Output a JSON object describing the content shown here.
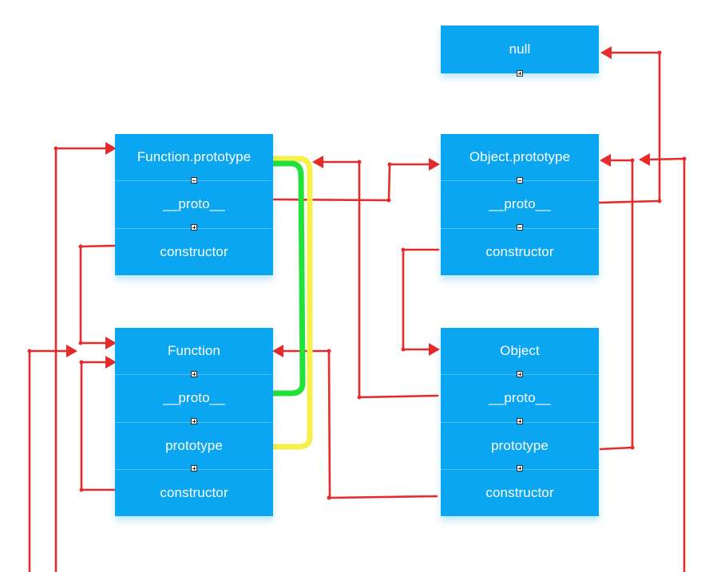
{
  "diagram": {
    "colors": {
      "box": "#0aa6f2",
      "box_text": "#ffffff",
      "arrow": "#e52b2b",
      "highlight_green": "#22e23a",
      "highlight_yellow": "#f5f04a"
    },
    "nodes": {
      "null_box": {
        "fields": [
          "null"
        ]
      },
      "function_prototype": {
        "fields": [
          "Function.prototype",
          "__proto__",
          "constructor"
        ]
      },
      "object_prototype": {
        "fields": [
          "Object.prototype",
          "__proto__",
          "constructor"
        ]
      },
      "function_ctor": {
        "fields": [
          "Function",
          "__proto__",
          "prototype",
          "constructor"
        ]
      },
      "object_ctor": {
        "fields": [
          "Object",
          "__proto__",
          "prototype",
          "constructor"
        ]
      }
    },
    "links": [
      {
        "from": "function_prototype.__proto__",
        "to": "object_prototype"
      },
      {
        "from": "object_prototype.__proto__",
        "to": "null_box"
      },
      {
        "from": "object_prototype.constructor",
        "to": "object_ctor"
      },
      {
        "from": "function_prototype.constructor",
        "to": "function_ctor"
      },
      {
        "from": "function_ctor.__proto__",
        "to": "function_prototype"
      },
      {
        "from": "function_ctor.prototype",
        "to": "function_prototype"
      },
      {
        "from": "function_ctor.constructor",
        "to": "function_ctor"
      },
      {
        "from": "object_ctor.__proto__",
        "to": "function_prototype"
      },
      {
        "from": "object_ctor.prototype",
        "to": "object_prototype"
      },
      {
        "from": "object_ctor.constructor",
        "to": "function_ctor"
      }
    ]
  }
}
